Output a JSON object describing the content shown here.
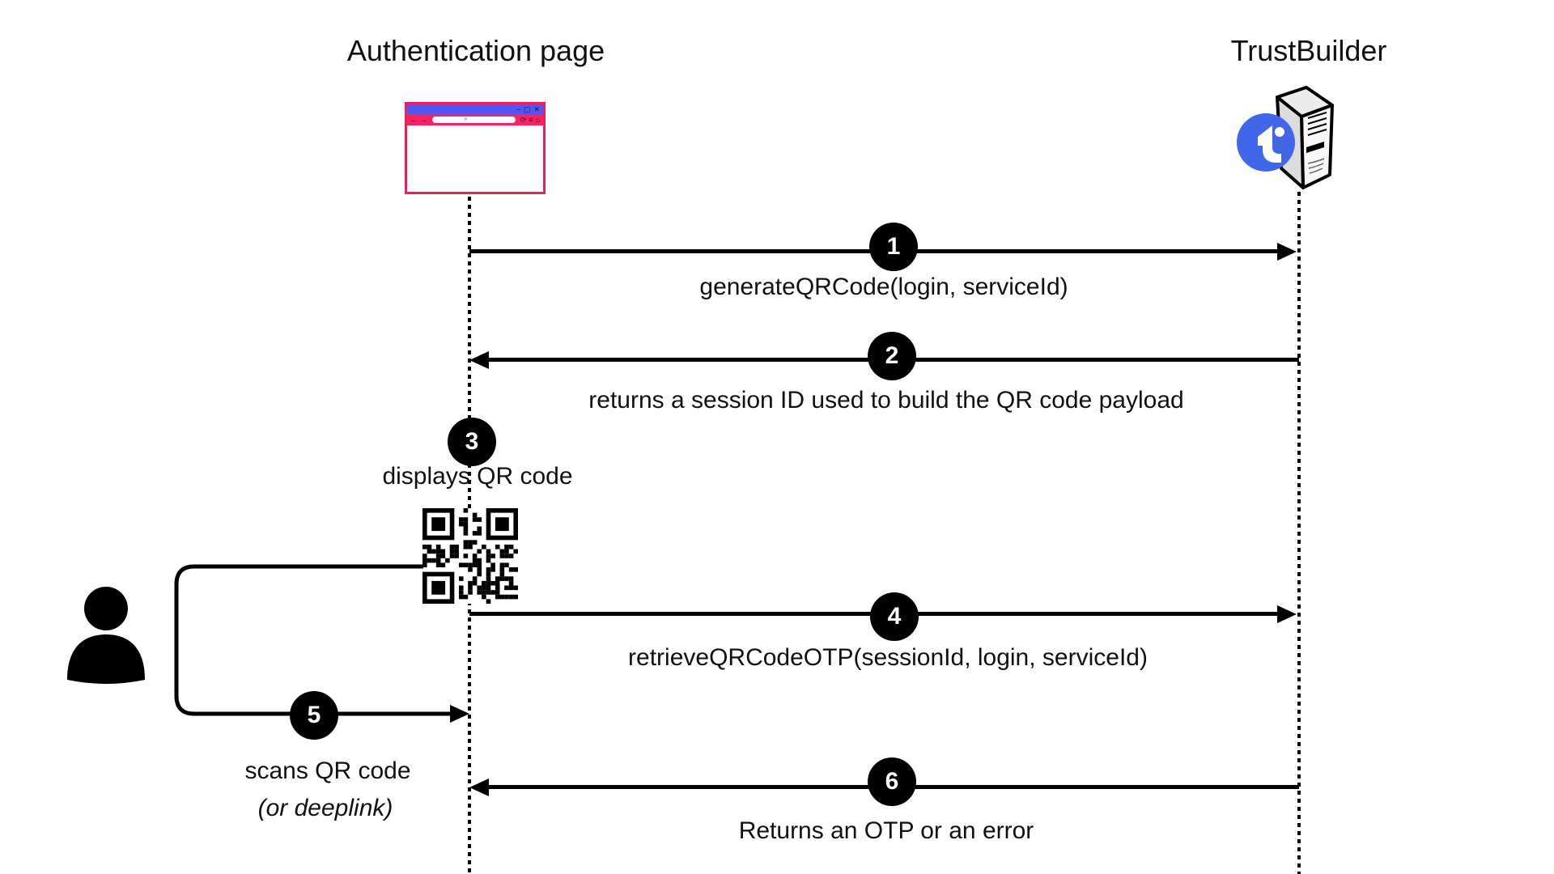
{
  "diagram": {
    "actors": [
      {
        "name": "Authentication page",
        "icon": "browser-window"
      },
      {
        "name": "TrustBuilder",
        "icon": "server-with-logo"
      }
    ],
    "steps": [
      {
        "number": "1",
        "label": "generateQRCode(login, serviceId)",
        "from": "Authentication page",
        "to": "TrustBuilder"
      },
      {
        "number": "2",
        "label": "returns a session ID used to build the QR code payload",
        "from": "TrustBuilder",
        "to": "Authentication page"
      },
      {
        "number": "3",
        "label": "displays QR code",
        "from": "Authentication page",
        "to": "Authentication page"
      },
      {
        "number": "4",
        "label": "retrieveQRCodeOTP(sessionId, login, serviceId)",
        "from": "Authentication page",
        "to": "TrustBuilder"
      },
      {
        "number": "5",
        "label": "scans QR code",
        "sublabel": "(or deeplink)",
        "from": "User",
        "to": "Authentication page"
      },
      {
        "number": "6",
        "label": "Returns an OTP or an error",
        "from": "TrustBuilder",
        "to": "Authentication page"
      }
    ],
    "icons": {
      "minimize": "–",
      "maximize": "▢",
      "close": "✕",
      "back": "←",
      "forward": "→",
      "search": "⌕",
      "refresh": "⟳",
      "menu": "≡",
      "home": "⌂"
    },
    "colors": {
      "browser_titlebar": "#5456ee",
      "browser_chrome": "#f3245f",
      "logo_blue": "#4167e8",
      "line_black": "#000000"
    }
  }
}
